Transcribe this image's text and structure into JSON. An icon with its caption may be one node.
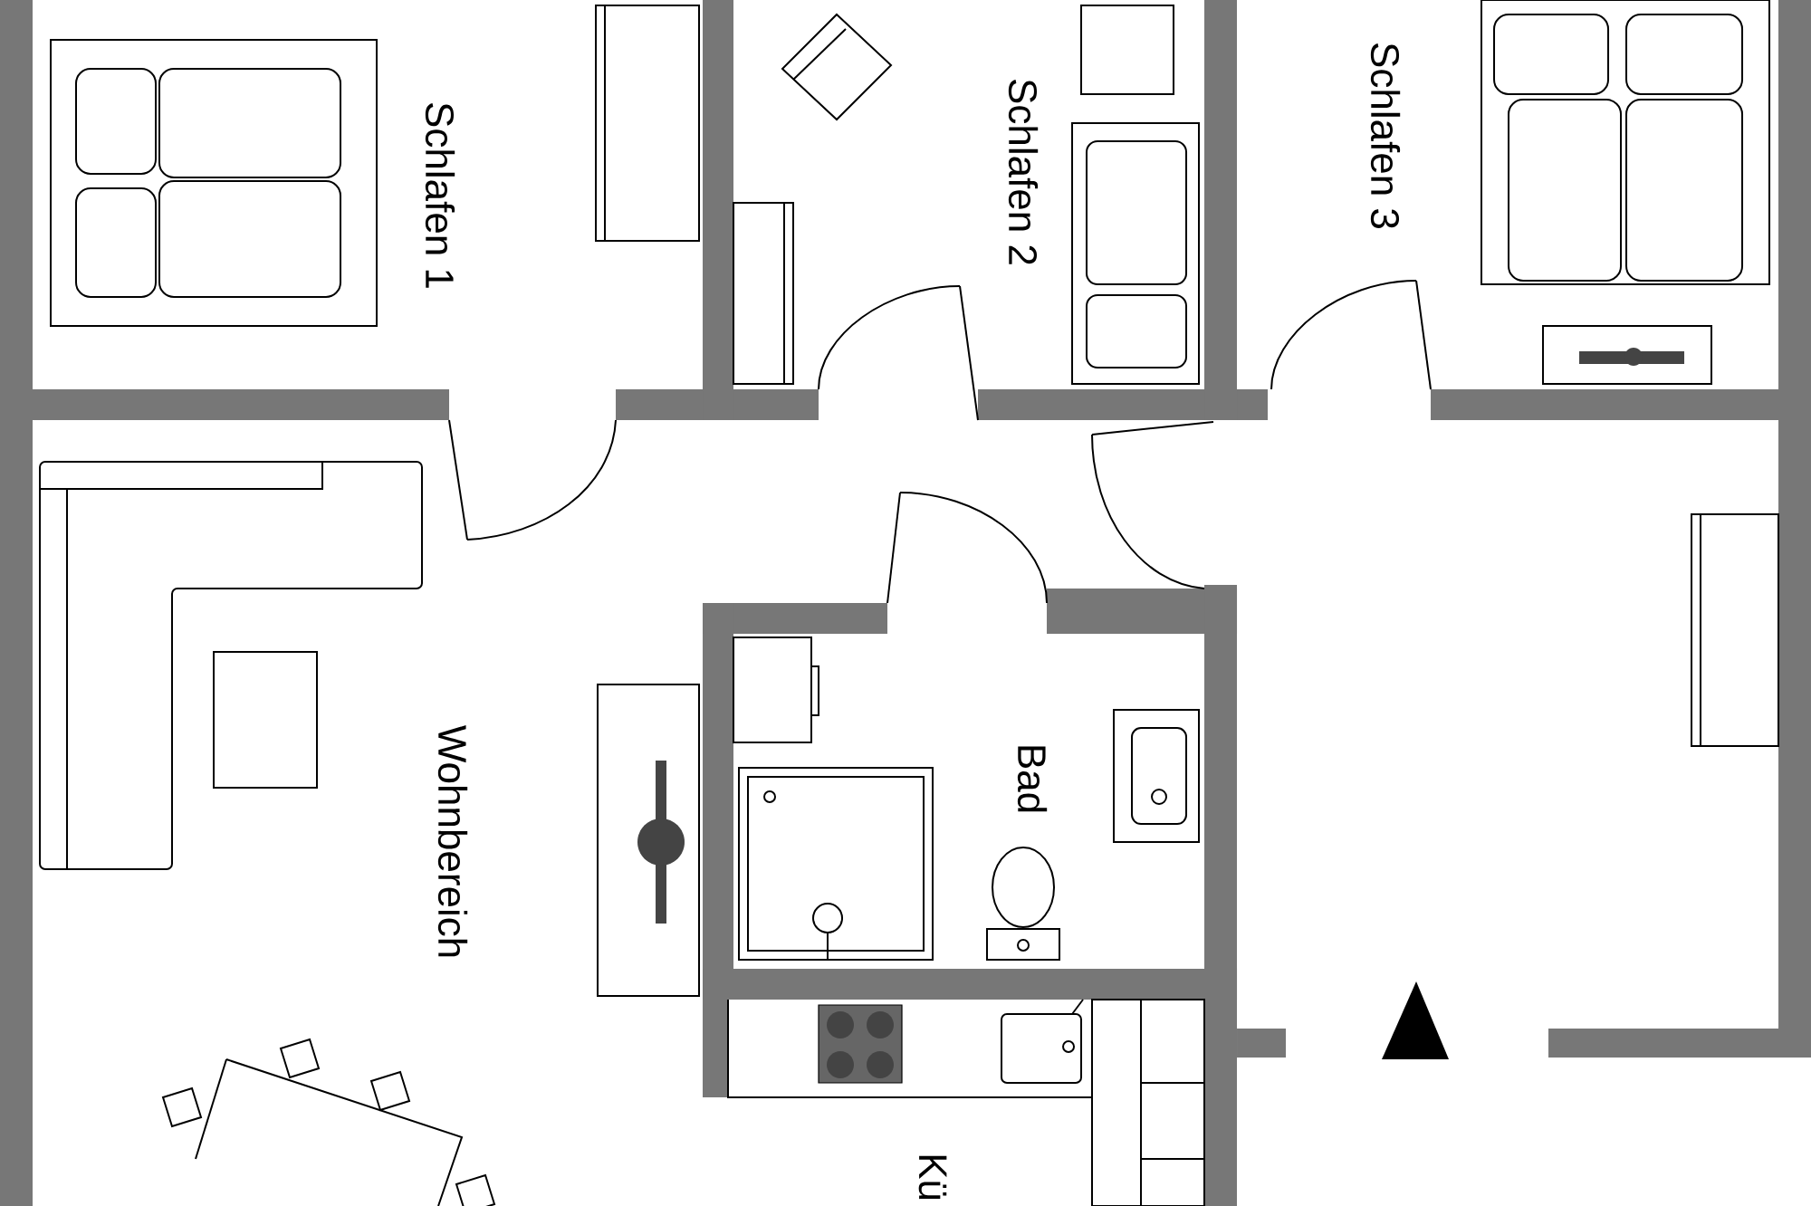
{
  "diagram": {
    "labels": [
      "Schlafen 1",
      "Schlafen 2",
      "Schlafen 3",
      "Wohnbereich",
      "Bad",
      "Kü"
    ]
  }
}
